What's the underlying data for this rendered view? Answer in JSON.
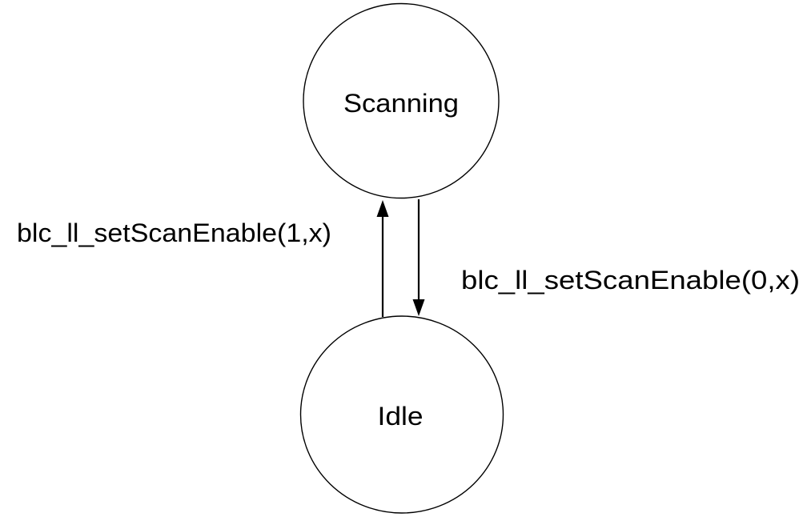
{
  "diagram": {
    "type": "state-transition-diagram",
    "background_color": "#ffffff",
    "stroke_color": "#000000",
    "text_color": "#000000",
    "states": [
      {
        "id": "scanning",
        "label": "Scanning"
      },
      {
        "id": "idle",
        "label": "Idle"
      }
    ],
    "transitions": [
      {
        "from": "idle",
        "to": "scanning",
        "direction": "up",
        "label": "blc_ll_setScanEnable(1,x)"
      },
      {
        "from": "scanning",
        "to": "idle",
        "direction": "down",
        "label": "blc_ll_setScanEnable(0,x)"
      }
    ]
  }
}
